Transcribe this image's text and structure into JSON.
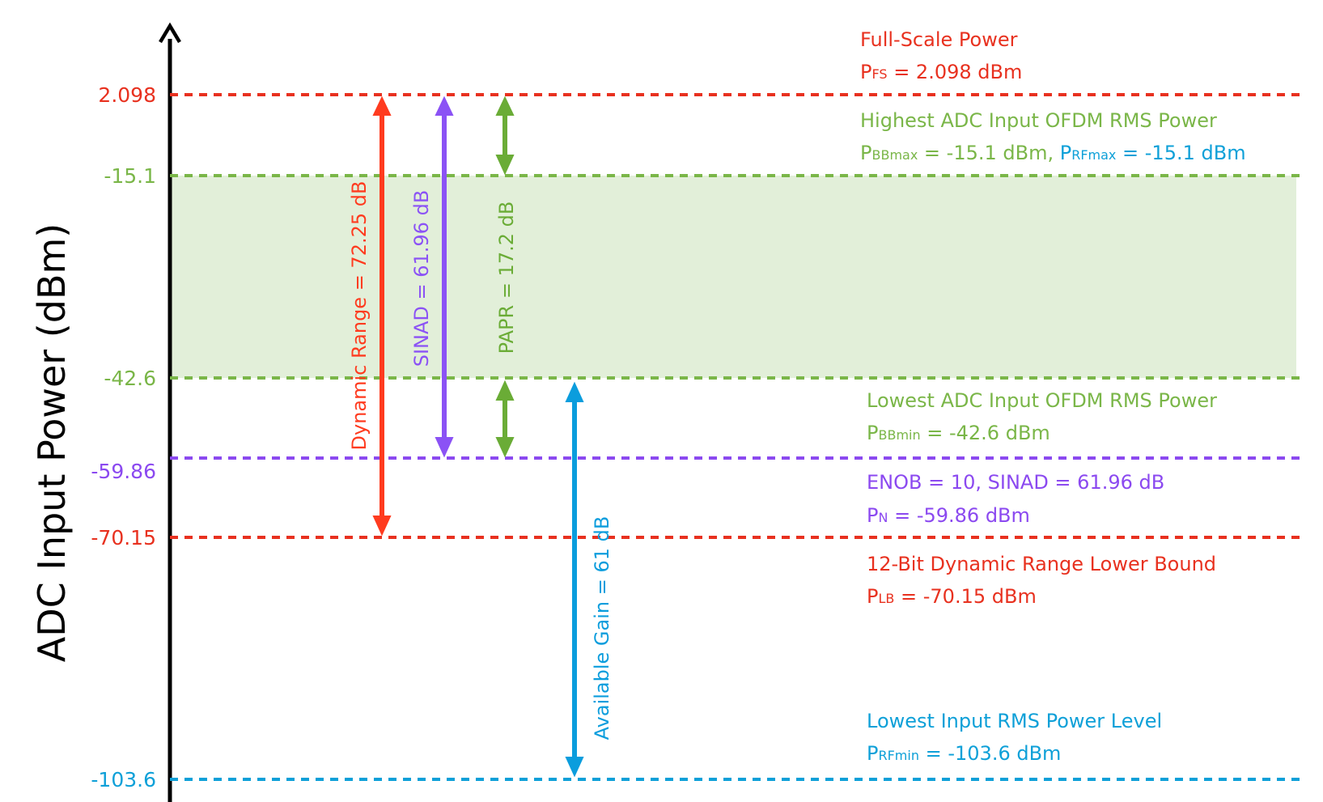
{
  "colors": {
    "red": "#e8311f",
    "green": "#7ab648",
    "purple": "#8b49f0",
    "blue": "#0ea0d8",
    "axis": "#000000",
    "band": "#e2efd9",
    "arrow_red": "#ff3b1f",
    "arrow_purple": "#8b52f5",
    "arrow_green": "#6aac36",
    "arrow_blue": "#0b9ddd"
  },
  "axis": {
    "title": "ADC Input Power (dBm)"
  },
  "levels": [
    {
      "id": "fs",
      "value": 2.098,
      "tick_label": "2.098",
      "color": "red"
    },
    {
      "id": "bbmax",
      "value": -15.1,
      "tick_label": "-15.1",
      "color": "green"
    },
    {
      "id": "bbmin",
      "value": -42.6,
      "tick_label": "-42.6",
      "color": "green"
    },
    {
      "id": "pn",
      "value": -59.86,
      "tick_label": "-59.86",
      "color": "purple"
    },
    {
      "id": "lb",
      "value": -70.15,
      "tick_label": "-70.15",
      "color": "red"
    },
    {
      "id": "rfmin",
      "value": -103.6,
      "tick_label": "-103.6",
      "color": "blue"
    }
  ],
  "annotations": {
    "full_scale": {
      "title": "Full-Scale Power",
      "sym": "P",
      "sub": "FS",
      "rest": " = 2.098 dBm"
    },
    "highest": {
      "title": "Highest ADC Input OFDM RMS Power",
      "sym1": "P",
      "sub1": "BBmax",
      "rest1": " = -15.1 dBm, ",
      "sym2": "P",
      "sub2": "RFmax",
      "rest2": " = -15.1 dBm"
    },
    "lowest_ofdm": {
      "title": "Lowest ADC Input OFDM RMS Power",
      "sym": "P",
      "sub": "BBmin",
      "rest": " = -42.6 dBm"
    },
    "enob": {
      "title": "ENOB = 10, SINAD = 61.96 dB",
      "sym": "P",
      "sub": "N",
      "rest": " = -59.86 dBm"
    },
    "lower_bound": {
      "title": "12-Bit Dynamic Range Lower Bound",
      "sym": "P",
      "sub": "LB",
      "rest": " = -70.15 dBm"
    },
    "lowest_rms": {
      "title": "Lowest Input RMS Power Level",
      "sym": "P",
      "sub": "RFmin",
      "rest": " = -103.6 dBm"
    }
  },
  "arrows": [
    {
      "label": "Dynamic Range = 72.25 dB",
      "from": 2.098,
      "to": -70.15,
      "color": "arrow_red"
    },
    {
      "label": "SINAD = 61.96 dB",
      "from": 2.098,
      "to": -59.86,
      "color": "arrow_purple"
    },
    {
      "label": "PAPR = 17.2 dB",
      "from": 2.098,
      "to": -15.1,
      "color": "arrow_green"
    },
    {
      "label": "PAPR = 17.2 dB",
      "from": -42.6,
      "to": -59.86,
      "color": "arrow_green"
    },
    {
      "label": "Available Gain = 61 dB",
      "from": -42.6,
      "to": -103.6,
      "color": "arrow_blue"
    }
  ]
}
